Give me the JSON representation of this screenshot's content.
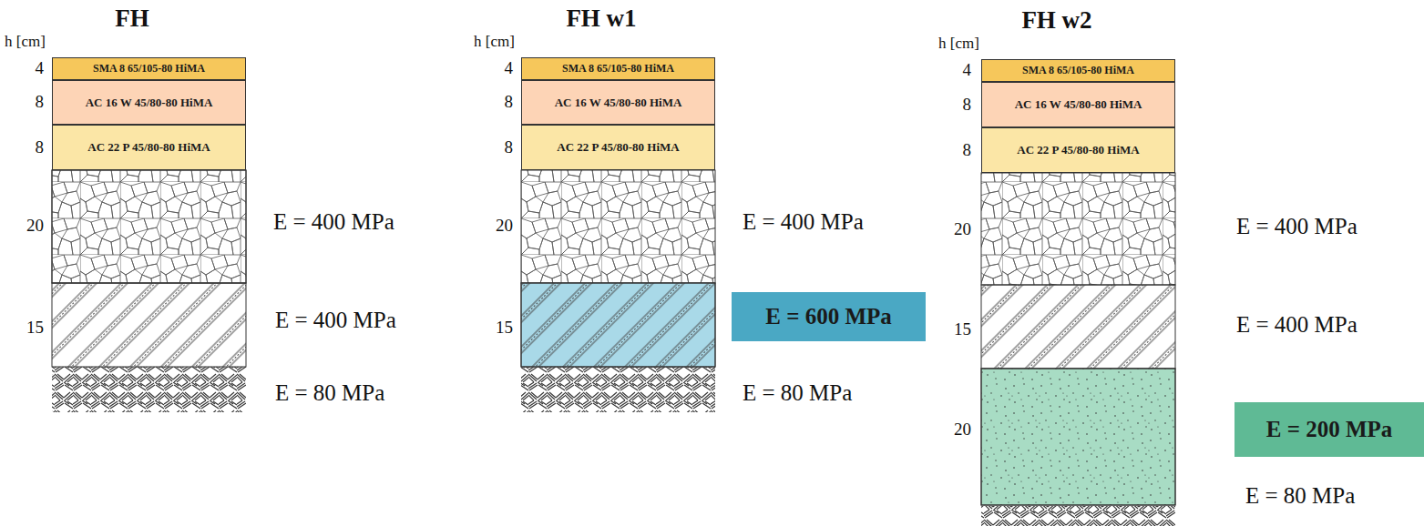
{
  "diagram": {
    "nodes": [
      {
        "text": [
          "SMA 8 65/105-80 HiMA"
        ]
      },
      {
        "text": [
          "AC 16 W 45/80-80 HiMA"
        ]
      },
      {
        "text": [
          "AC 22 P 45/80-80 HiMA"
        ]
      },
      {
        "text": [
          "SMA 8 65/105-80 HiMA"
        ]
      },
      {
        "text": [
          "AC 16 W 45/80-80 HiMA"
        ]
      },
      {
        "text": [
          "AC 22 P 45/80-80 HiMA"
        ]
      },
      {
        "text": [
          "E = 600 MPa"
        ]
      },
      {
        "text": [
          "SMA 8 65/105-80 HiMA"
        ]
      },
      {
        "text": [
          "AC 16 W 45/80-80 HiMA"
        ]
      },
      {
        "text": [
          "AC 22 P 45/80-80 HiMA"
        ]
      },
      {
        "text": [
          "E = 200 MPa"
        ]
      }
    ],
    "labels": [
      "FH",
      "h [cm]",
      "4",
      "8",
      "8",
      "20",
      "15",
      "E = 400 MPa",
      "E = 400 MPa",
      "E = 80 MPa",
      "FH w1",
      "h [cm]",
      "4",
      "8",
      "8",
      "20",
      "15",
      "E = 400 MPa",
      "E = 80 MPa",
      "FH w2",
      "h [cm]",
      "4",
      "8",
      "8",
      "20",
      "15",
      "20",
      "E = 400 MPa",
      "E = 400 MPa",
      "E = 80 MPa"
    ]
  }
}
